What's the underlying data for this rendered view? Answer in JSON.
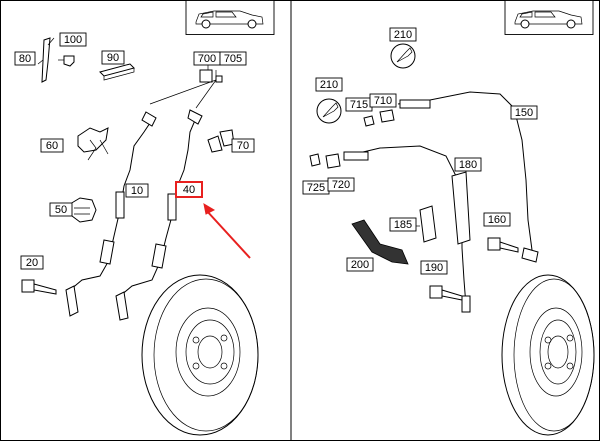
{
  "part_numbers": {
    "p80": "80",
    "p100": "100",
    "p90": "90",
    "p700": "700",
    "p705": "705",
    "p60": "60",
    "p70": "70",
    "p10": "10",
    "p40": "40",
    "p50": "50",
    "p20": "20",
    "p210a": "210",
    "p210b": "210",
    "p715": "715",
    "p710": "710",
    "p150": "150",
    "p180": "180",
    "p725": "725",
    "p720": "720",
    "p185": "185",
    "p160": "160",
    "p200": "200",
    "p190": "190"
  },
  "colors": {
    "highlight": "#e8201f",
    "line": "#000000",
    "background": "#ffffff"
  },
  "icons": [
    "car-thumbnail-left",
    "car-thumbnail-right",
    "wrench-icon",
    "brake-disc",
    "wear-sensor-cable"
  ]
}
